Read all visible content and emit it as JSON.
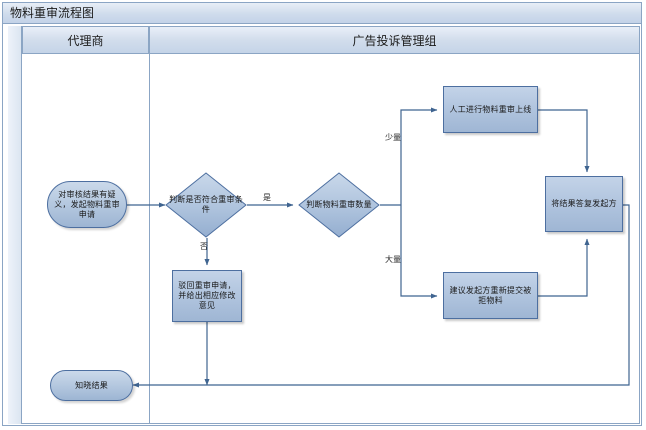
{
  "window": {
    "title": "物料重审流程图"
  },
  "lanes": [
    {
      "id": "agent",
      "label": "代理商"
    },
    {
      "id": "group",
      "label": "广告投诉管理组"
    }
  ],
  "theme": {
    "node_fill": "#b0c4de",
    "node_border": "#4d6fa0",
    "connector": "#3f6490",
    "lane_header_fill": "#cfdcec",
    "frame_border": "#8ba5c4"
  },
  "nodes": [
    {
      "id": "start",
      "type": "terminator",
      "lane": "agent",
      "label": "对审核结果有疑义，发起物料重审申请"
    },
    {
      "id": "check-condition",
      "type": "decision",
      "lane": "group",
      "label": "判断是否符合重审条件"
    },
    {
      "id": "check-quantity",
      "type": "decision",
      "lane": "group",
      "label": "判断物料重审数量"
    },
    {
      "id": "manual-online",
      "type": "process",
      "lane": "group",
      "label": "人工进行物料重审上线"
    },
    {
      "id": "suggest-resubmit",
      "type": "process",
      "lane": "group",
      "label": "建议发起方重新提交被拒物料"
    },
    {
      "id": "reply-result",
      "type": "process",
      "lane": "group",
      "label": "将结果答复发起方"
    },
    {
      "id": "reject-request",
      "type": "process",
      "lane": "group",
      "label": "驳回重审申请，并给出相应修改意见"
    },
    {
      "id": "end",
      "type": "terminator",
      "lane": "agent",
      "label": "知晓结果"
    }
  ],
  "edges": [
    {
      "id": "e1",
      "from": "start",
      "to": "check-condition",
      "label": ""
    },
    {
      "id": "e2",
      "from": "check-condition",
      "to": "check-quantity",
      "label": "是"
    },
    {
      "id": "e3",
      "from": "check-condition",
      "to": "reject-request",
      "label": "否"
    },
    {
      "id": "e4",
      "from": "check-quantity",
      "to": "manual-online",
      "label": "少量"
    },
    {
      "id": "e5",
      "from": "check-quantity",
      "to": "suggest-resubmit",
      "label": "大量"
    },
    {
      "id": "e6",
      "from": "manual-online",
      "to": "reply-result",
      "label": ""
    },
    {
      "id": "e7",
      "from": "suggest-resubmit",
      "to": "reply-result",
      "label": ""
    },
    {
      "id": "e8",
      "from": "reply-result",
      "to": "end",
      "label": ""
    },
    {
      "id": "e9",
      "from": "reject-request",
      "to": "end",
      "label": ""
    }
  ]
}
